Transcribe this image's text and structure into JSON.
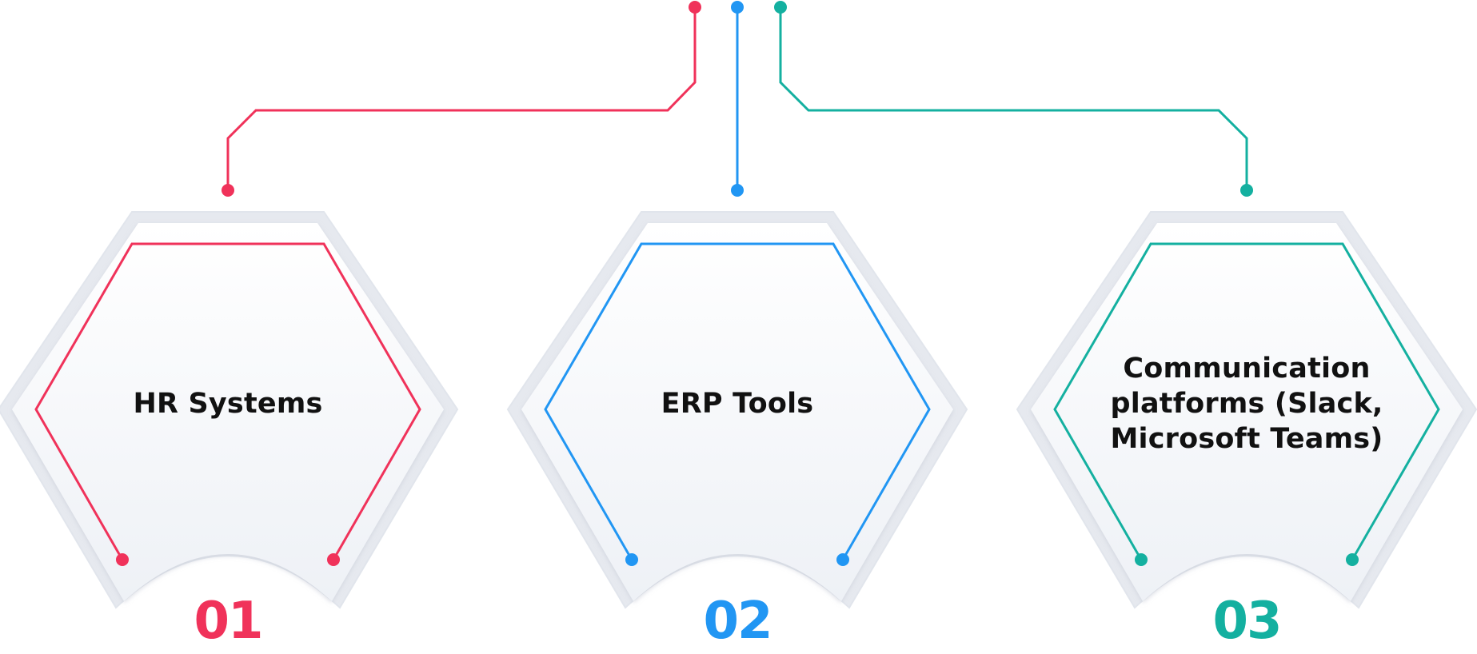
{
  "items": [
    {
      "label_lines": [
        "HR Systems"
      ],
      "number": "01",
      "color": "#f0325a"
    },
    {
      "label_lines": [
        "ERP Tools"
      ],
      "number": "02",
      "color": "#2196f3"
    },
    {
      "label_lines": [
        "Communication",
        "platforms (Slack,",
        "Microsoft Teams)"
      ],
      "number": "03",
      "color": "#14b0a0"
    }
  ],
  "shape_fill": "#f3f5f9",
  "shape_rim": "#e6e9ef"
}
